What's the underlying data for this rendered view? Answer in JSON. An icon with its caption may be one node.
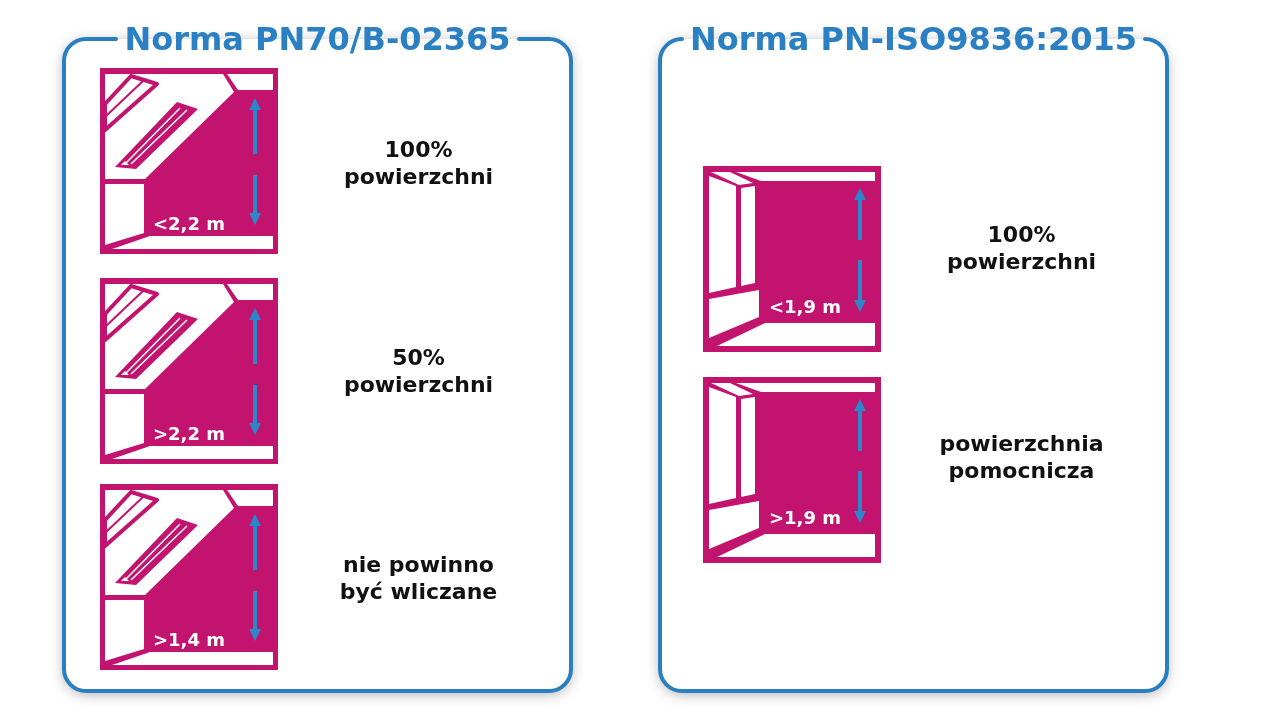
{
  "diagram": {
    "nodes": [
      {
        "text": [
          "Norma PN70/B-02365"
        ]
      },
      {
        "text": [
          "<2,2 m"
        ],
        "in": 0,
        "beside": [
          "100% powierzchni"
        ]
      },
      {
        "text": [
          ">2,2 m"
        ],
        "in": 0,
        "beside": [
          "50% powierzchni"
        ]
      },
      {
        "text": [
          ">1,4 m"
        ],
        "in": 0,
        "beside": [
          "nie powinno być wliczane"
        ]
      },
      {
        "text": [
          "Norma PN-ISO9836:2015"
        ]
      },
      {
        "text": [
          "<1,9 m"
        ],
        "in": 4,
        "beside": [
          "100% powierzchni"
        ]
      },
      {
        "text": [
          ">1,9 m"
        ],
        "in": 4,
        "beside": [
          "powierzchnia pomocnicza"
        ]
      }
    ]
  }
}
